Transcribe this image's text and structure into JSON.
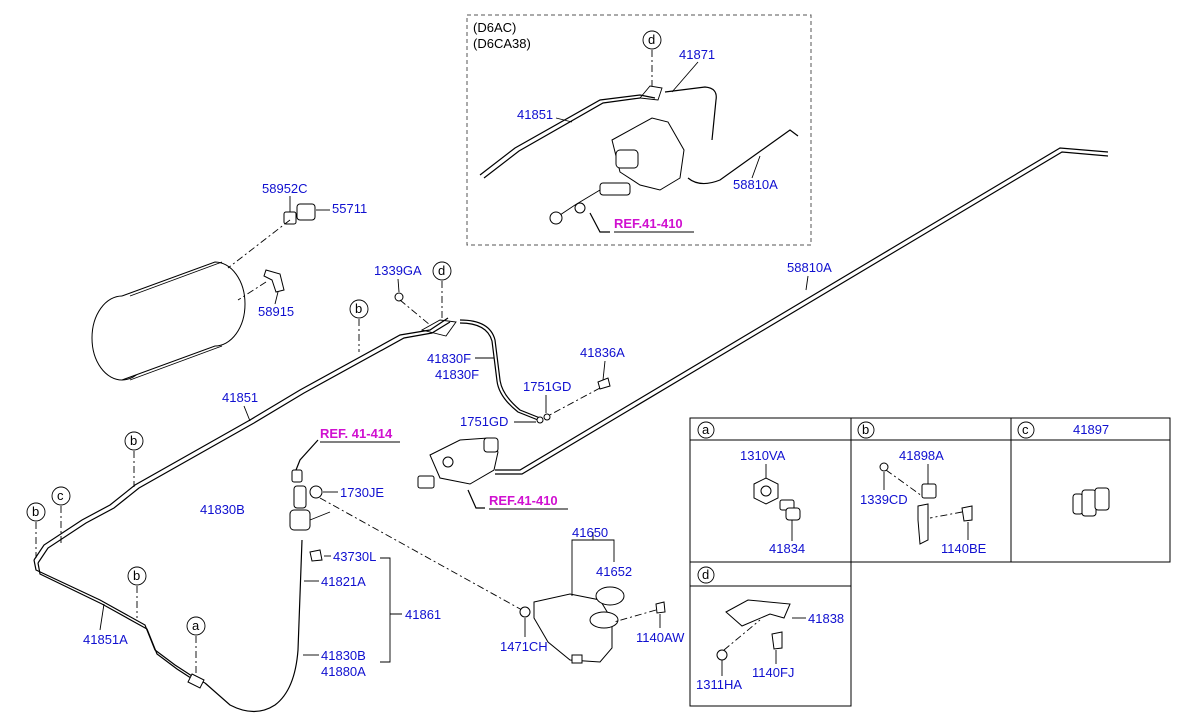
{
  "variant_box": {
    "line1": "(D6AC)",
    "line2": "(D6CA38)"
  },
  "refs": {
    "ref_top": "REF.41-410",
    "ref_414": "REF. 41-414",
    "ref_mid": "REF.41-410"
  },
  "letters": {
    "a": "a",
    "b": "b",
    "c": "c",
    "d": "d"
  },
  "part_numbers": {
    "p41871": "41871",
    "p41851_top": "41851",
    "p58810A_top": "58810A",
    "p58952C": "58952C",
    "p55711": "55711",
    "p58915": "58915",
    "p1339GA": "1339GA",
    "p58810A": "58810A",
    "p41830F_1": "41830F",
    "p41830F_2": "41830F",
    "p41836A": "41836A",
    "p1751GD_1": "1751GD",
    "p1751GD_2": "1751GD",
    "p41851": "41851",
    "p1730JE": "1730JE",
    "p41830B_1": "41830B",
    "p43730L": "43730L",
    "p41821A": "41821A",
    "p41861": "41861",
    "p41830B_2": "41830B",
    "p41880A": "41880A",
    "p41851A": "41851A",
    "p41650": "41650",
    "p41652": "41652",
    "p1471CH": "1471CH",
    "p1140AW": "1140AW"
  },
  "detail_panels": {
    "a": {
      "p1310VA": "1310VA",
      "p41834": "41834"
    },
    "b": {
      "p41898A": "41898A",
      "p1339CD": "1339CD",
      "p1140BE": "1140BE"
    },
    "c": {
      "p41897": "41897"
    },
    "d": {
      "p41838": "41838",
      "p1311HA": "1311HA",
      "p1140FJ": "1140FJ"
    }
  }
}
